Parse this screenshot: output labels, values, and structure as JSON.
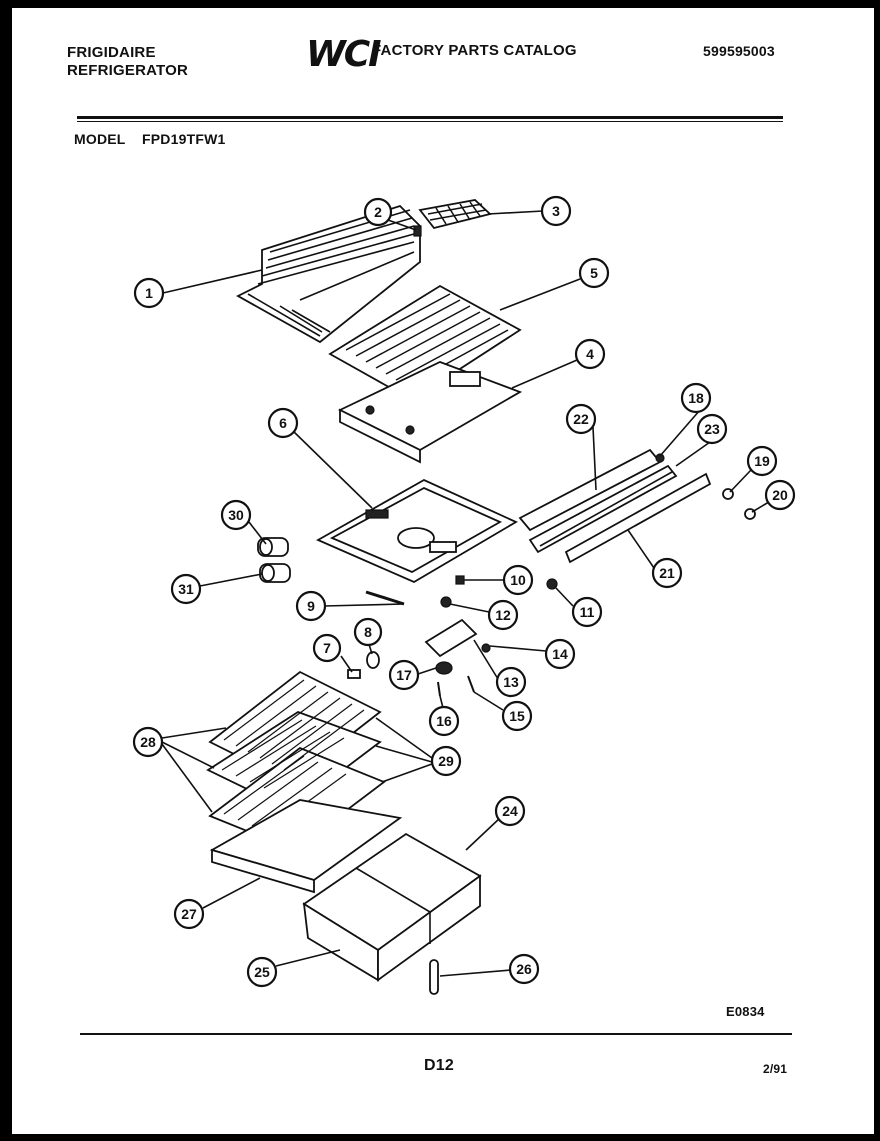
{
  "header": {
    "brand_line1": "FRIGIDAIRE",
    "brand_line2": "REFRIGERATOR",
    "catalog_logo": "WCI",
    "catalog_title": "FACTORY PARTS CATALOG",
    "part_number": "599595003"
  },
  "model": {
    "label": "MODEL",
    "value": "FPD19TFW1"
  },
  "callouts": [
    "1",
    "2",
    "3",
    "4",
    "5",
    "6",
    "7",
    "8",
    "9",
    "10",
    "11",
    "12",
    "13",
    "14",
    "15",
    "16",
    "17",
    "18",
    "19",
    "20",
    "21",
    "22",
    "23",
    "24",
    "25",
    "26",
    "27",
    "28",
    "29",
    "30",
    "31"
  ],
  "footer": {
    "drawing_code": "E0834",
    "page_code": "D12",
    "date_code": "2/91"
  }
}
